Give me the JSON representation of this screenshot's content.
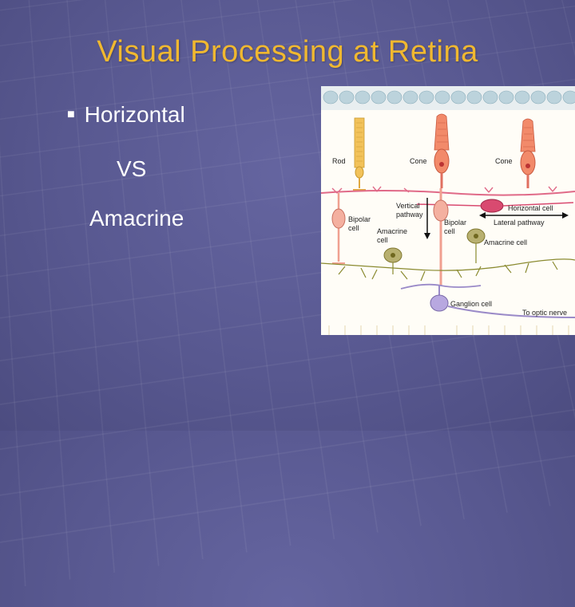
{
  "slide": {
    "title": "Visual Processing at Retina",
    "bullet": "Horizontal",
    "line2": "VS",
    "line3": "Amacrine"
  },
  "figure": {
    "labels": {
      "rod": "Rod",
      "cone1": "Cone",
      "cone2": "Cone",
      "vertical": "Vertical",
      "pathway": "pathway",
      "horizontal_cell": "Horizontal cell",
      "lateral": "Lateral pathway",
      "bipolar1a": "Bipolar",
      "bipolar1b": "cell",
      "bipolar2a": "Bipolar",
      "bipolar2b": "cell",
      "amacrine1a": "Amacrine",
      "amacrine1b": "cell",
      "amacrine2": "Amacrine cell",
      "ganglion": "Ganglion cell",
      "optic": "To optic nerve"
    }
  },
  "colors": {
    "title": "#f0b830",
    "background": "#5a5a92",
    "text": "#ffffff"
  }
}
